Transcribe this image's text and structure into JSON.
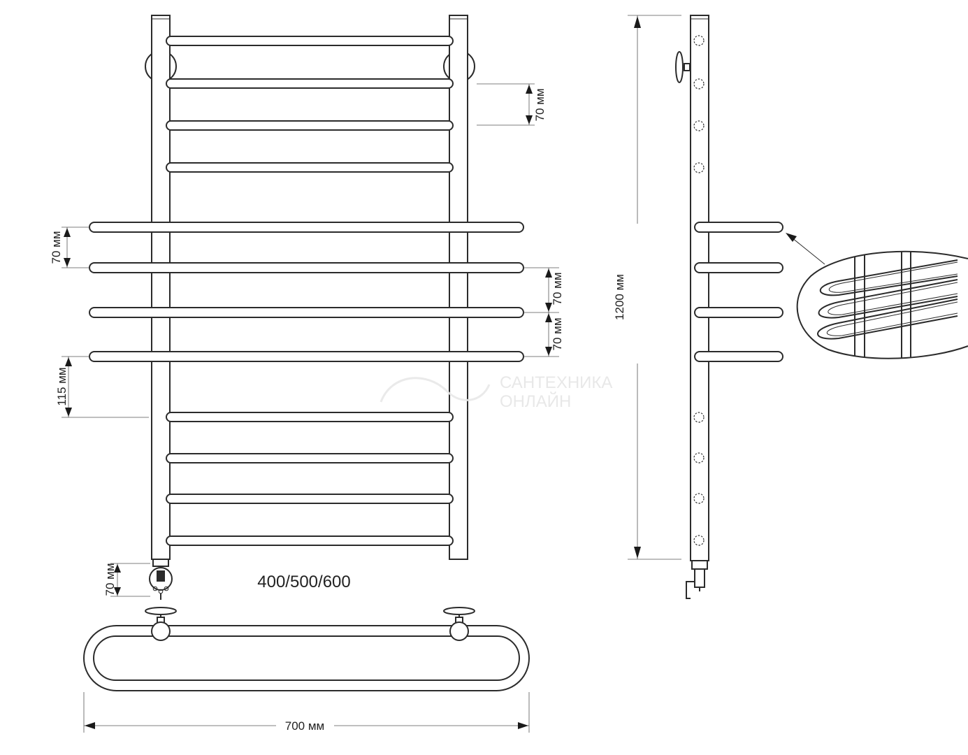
{
  "labels": {
    "step_top": "70 мм",
    "step_left": "70 мм",
    "step_right_a": "70 мм",
    "step_right_b": "70 мм",
    "gap_115": "115 мм",
    "heater_70": "70 мм",
    "height": "1200 мм",
    "widths": "400/500/600",
    "width": "700 мм"
  },
  "watermark": {
    "line1": "САНТЕХНИКА",
    "line2": "ОНЛАЙН"
  },
  "colors": {
    "line": "#2b2b2b",
    "watermark": "#e6e6e6"
  }
}
